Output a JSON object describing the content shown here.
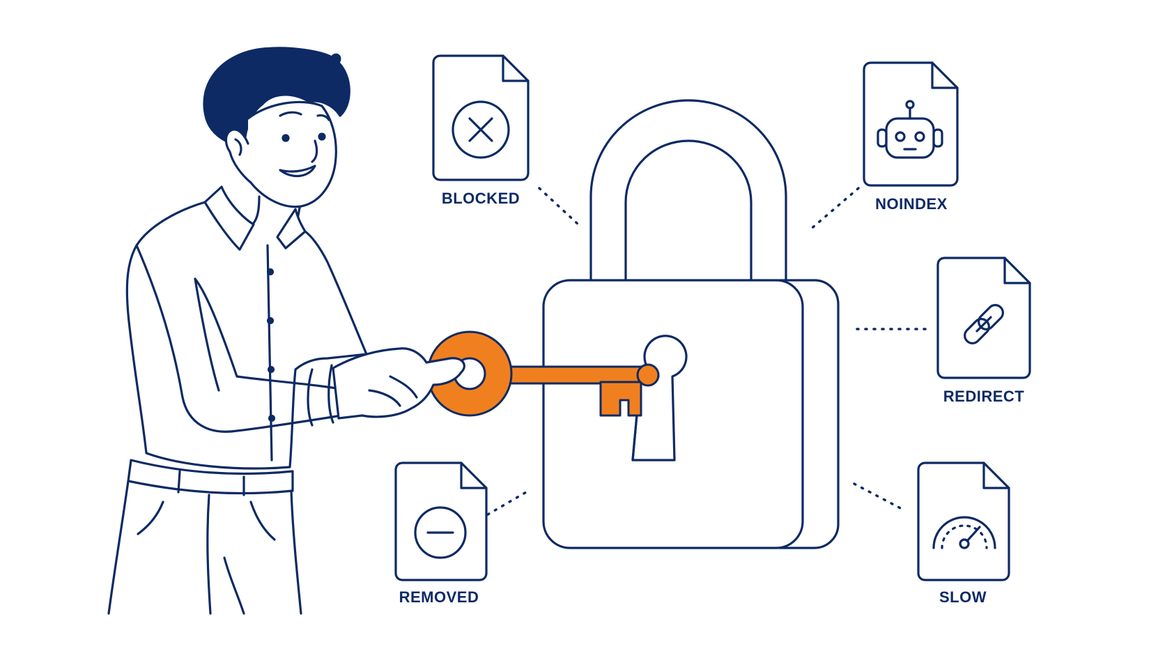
{
  "colors": {
    "stroke": "#0d2a64",
    "hair": "#0d2a64",
    "key": "#f0801f",
    "background": "#ffffff"
  },
  "labels": {
    "blocked": "BLOCKED",
    "noindex": "NOINDEX",
    "redirect": "REDIRECT",
    "removed": "REMOVED",
    "slow": "SLOW"
  },
  "icons": {
    "blocked": "x-circle-icon",
    "noindex": "robot-icon",
    "redirect": "link-icon",
    "removed": "minus-circle-icon",
    "slow": "speedometer-icon"
  }
}
